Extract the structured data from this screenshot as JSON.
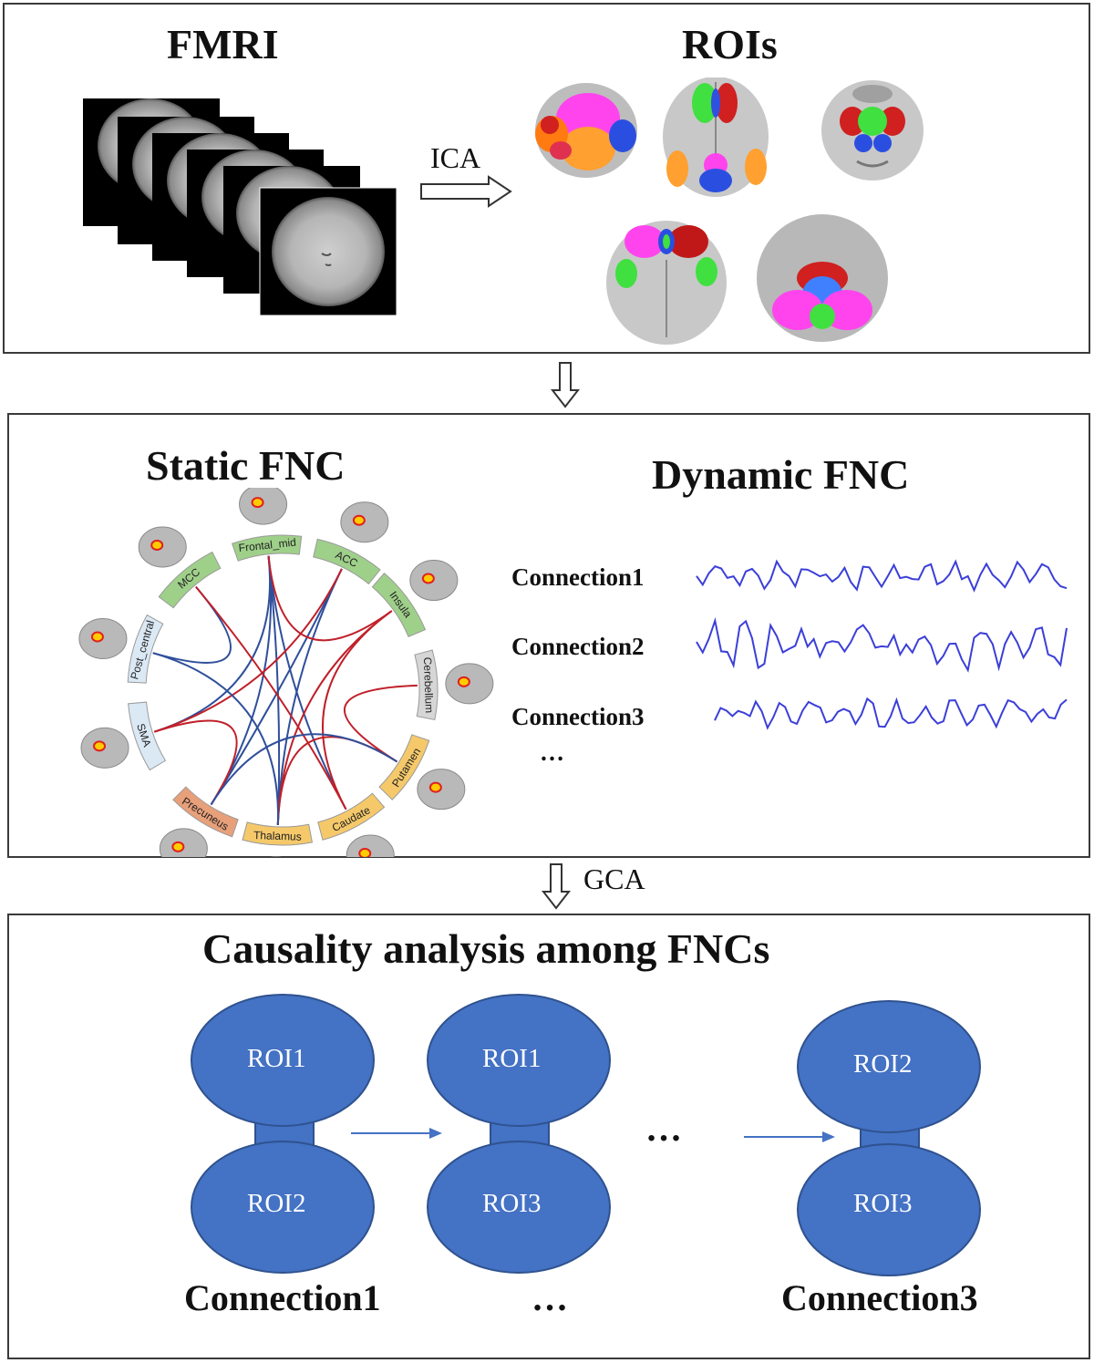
{
  "panel1": {
    "fmri_title": "FMRI",
    "rois_title": "ROIs",
    "arrow_label": "ICA"
  },
  "panel2": {
    "static_title": "Static FNC",
    "dynamic_title": "Dynamic FNC",
    "segments": [
      "MCC",
      "Frontal_mid",
      "ACC",
      "Insula",
      "Cerebellum",
      "Putamen",
      "Caudate",
      "Thalamus",
      "Precuneus",
      "SMA",
      "Post_central"
    ],
    "connections": [
      "Connection1",
      "Connection2",
      "Connection3"
    ],
    "more": "…",
    "colors": {
      "blue_edge": "#2f4f9a",
      "red_edge": "#c0202a",
      "signal": "#3b3fd8"
    }
  },
  "between_arrow_label": "GCA",
  "panel3": {
    "title": "Causality analysis among FNCs",
    "pairs": [
      {
        "top": "ROI1",
        "bottom": "ROI2",
        "caption": "Connection1"
      },
      {
        "top": "ROI1",
        "bottom": "ROI3",
        "caption": "…"
      },
      {
        "top": "ROI2",
        "bottom": "ROI3",
        "caption": "Connection3"
      }
    ],
    "middle_dots": "…",
    "node_color": "#4472c4"
  }
}
